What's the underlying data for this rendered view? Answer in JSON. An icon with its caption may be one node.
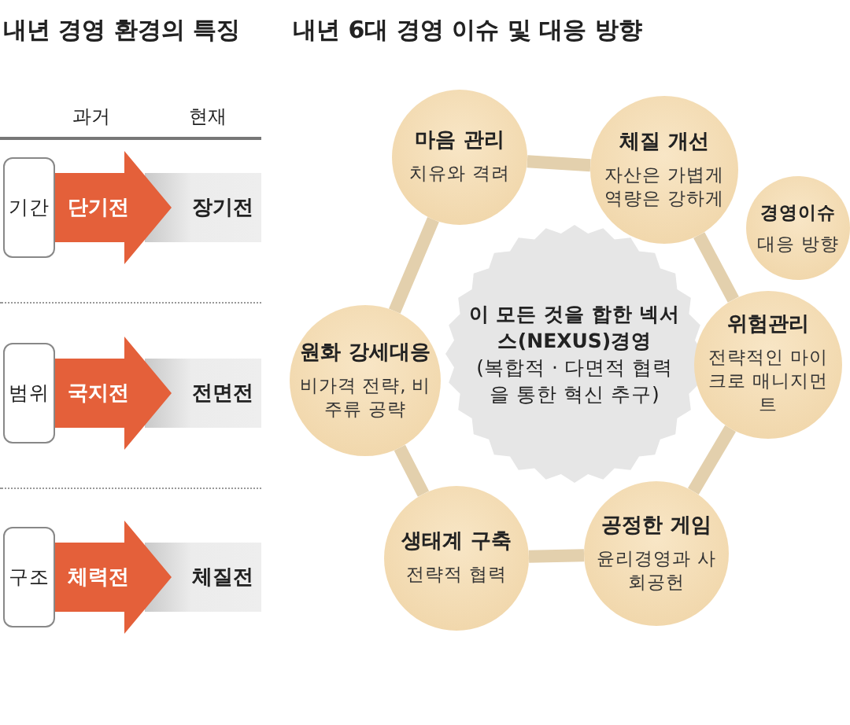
{
  "diagram": {
    "nodes": [
      {
        "text": [
          "기간"
        ]
      },
      {
        "text": [
          "단기전"
        ]
      },
      {
        "text": [
          "장기전"
        ]
      },
      {
        "text": [
          "범위"
        ]
      },
      {
        "text": [
          "국지전"
        ]
      },
      {
        "text": [
          "전면전"
        ]
      },
      {
        "text": [
          "구조"
        ]
      },
      {
        "text": [
          "체력전"
        ]
      },
      {
        "text": [
          "체질전"
        ]
      },
      {
        "text": [
          "이 모든 것을 합한 넥서스(NEXUS)경영",
          "(복합적 · 다면적 협력을 통한 혁신 추구)"
        ]
      },
      {
        "text": [
          "마음 관리",
          "치유와 격려"
        ]
      },
      {
        "text": [
          "체질 개선",
          "자산은 가볍게 역량은 강하게"
        ]
      },
      {
        "text": [
          "경영이슈",
          "대응 방향"
        ]
      },
      {
        "text": [
          "위험관리",
          "전략적인 마이크로 매니지먼트"
        ]
      },
      {
        "text": [
          "공정한 게임",
          "윤리경영과 사회공헌"
        ]
      },
      {
        "text": [
          "생태계 구축",
          "전략적 협력"
        ]
      },
      {
        "text": [
          "원화 강세대응",
          "비가격 전략, 비주류 공략"
        ]
      }
    ],
    "edges": [
      {
        "from": 10,
        "to": 11,
        "arrow": "none"
      },
      {
        "from": 11,
        "to": 13,
        "arrow": "none"
      },
      {
        "from": 13,
        "to": 14,
        "arrow": "none"
      },
      {
        "from": 14,
        "to": 15,
        "arrow": "none"
      },
      {
        "from": 15,
        "to": 16,
        "arrow": "none"
      },
      {
        "from": 16,
        "to": 10,
        "arrow": "none"
      }
    ],
    "labels": [
      "내년 경영 환경의 특징",
      "내년 6대 경영 이슈 및 대응 방향",
      "과거",
      "현재"
    ]
  }
}
